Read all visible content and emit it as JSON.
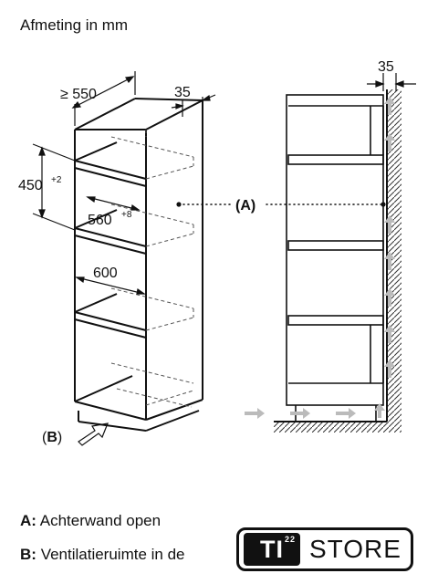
{
  "heading": "Afmeting in mm",
  "dimensions": {
    "depth": "≥ 550",
    "side_gap": "35",
    "niche_height": "450",
    "niche_height_tol": "+2",
    "niche_width": "560",
    "niche_width_tol": "+8",
    "shelf_width": "600",
    "rear_gap": "35"
  },
  "callouts": {
    "a": "(A)",
    "b_open": "(",
    "b_letter": "B",
    "b_close": ")"
  },
  "legend": {
    "a_key": "A:",
    "a_text": "Achterwand open",
    "b_key": "B:",
    "b_text": "Ventilatieruimte in de"
  },
  "logo": {
    "box_text": "TI",
    "sup_text": "22",
    "store_text": "STORE"
  }
}
